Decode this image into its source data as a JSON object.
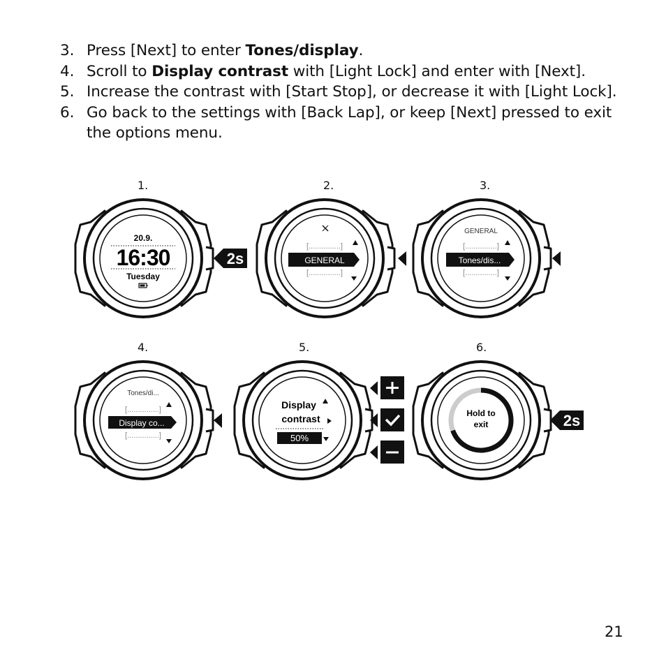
{
  "steps": [
    {
      "num": "3.",
      "pre": "Press [Next] to enter ",
      "bold": "Tones/display",
      "post": "."
    },
    {
      "num": "4.",
      "pre": "Scroll to ",
      "bold": "Display contrast",
      "post": " with [Light Lock] and enter with [Next]."
    },
    {
      "num": "5.",
      "pre": "Increase the contrast with [Start Stop], or decrease it with [Light Lock].",
      "bold": "",
      "post": ""
    },
    {
      "num": "6.",
      "pre": "Go back to the settings with [Back Lap], or keep [Next] pressed to exit the options menu.",
      "bold": "",
      "post": ""
    }
  ],
  "figures": {
    "labels": [
      "1.",
      "2.",
      "3.",
      "4.",
      "5.",
      "6."
    ],
    "watch1": {
      "date": "20.9.",
      "time": "16:30",
      "day": "Tuesday",
      "icon": "battery-icon"
    },
    "watch2": {
      "placeholder_top": "[...............]",
      "selected": "GENERAL",
      "placeholder_bottom": "[...............]",
      "icon": "wrench-icon"
    },
    "watch3": {
      "header": "GENERAL",
      "placeholder_top": "[...............]",
      "selected": "Tones/dis...",
      "placeholder_bottom": "[...............]"
    },
    "watch4": {
      "header": "Tones/di...",
      "placeholder_top": "[...............]",
      "selected": "Display co...",
      "placeholder_bottom": "[...............]"
    },
    "watch5": {
      "line1": "Display",
      "line2": "contrast",
      "value": "50%"
    },
    "watch6": {
      "line1": "Hold to",
      "line2": "exit"
    },
    "hold_badge": "2s",
    "icons": {
      "plus": "plus-icon",
      "check": "check-icon",
      "minus": "minus-icon"
    }
  },
  "page_number": "21"
}
